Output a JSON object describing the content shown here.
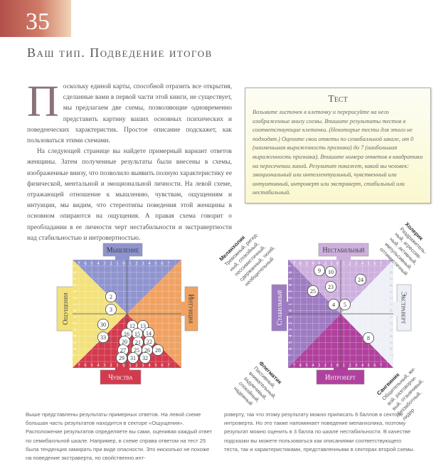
{
  "page_number": "35",
  "title": "Ваш тип. Подведение итогов",
  "intro": {
    "drop_cap": "П",
    "p1": "оскольку единой карты, способной отразить все открытия, сделанные вами в первой части этой книги, не существует, мы предлагаем две схемы, позволяющие одновременно представить картину ваших основных психических и поведенческих характеристик. Простое описание подскажет, как пользоваться этими схемами.",
    "p2": "На следующей странице вы найдете примерный вариант ответов женщины. Затем полученные результаты были внесены в схемы, изображенные внизу, что позволило выявить полную характеристику ее физической, ментальной и эмоциональной личности. На левой схеме, отражающей отношение к мышлению, чувствам, ощущениям и интуиции, мы видим, что стереотипы поведения этой женщины в основном опираются на ощущения. А правая схема говорит о преобладании в ее личности черт нестабильности и экстравертности над стабильностью и интровертностью."
  },
  "test": {
    "title": "Тест",
    "text": "Возьмите листочек в клеточку и перерисуйте на него изображенные внизу схемы. Впишите результаты тестов в соответствующие клеточки. (Некоторые тесты для этого не подходят.) Оцените свои ответы по семибалльной шкале, от 0 (наименьшая выраженность признака) до 7 (наибольшая выраженность признака). Впишите номера ответов в квадратики на пересечении линий. Результат покажет, какой вы человек: эмоциональный или интеллектуальный, чувственный или интуитивный, интроверт или экстраверт, стабильный или нестабильный."
  },
  "scale": [
    "7",
    "6",
    "5",
    "4",
    "3",
    "2",
    "1",
    "0",
    "1",
    "2",
    "3",
    "4",
    "5",
    "6",
    "7"
  ],
  "left_diagram": {
    "top": "Мышление",
    "left": "Ощущения",
    "right": "Интуиция",
    "bottom": "Чувства",
    "colors": {
      "top": "#8f94cf",
      "left": "#f3e27c",
      "right": "#f0a262",
      "bottom": "#d23a4e"
    },
    "markers": [
      "2",
      "3",
      "30",
      "33",
      "12",
      "13",
      "16",
      "15",
      "14",
      "20",
      "21",
      "22",
      "27",
      "25",
      "26",
      "28",
      "29",
      "31",
      "32"
    ]
  },
  "right_diagram": {
    "top": "Нестабильный",
    "left": "Стабильный",
    "right": "Экстраверт",
    "bottom": "Интроверт",
    "colors": {
      "top": "#cdb0de",
      "left": "#9e7bc2",
      "right": "#eef0f7",
      "bottom": "#b0409d"
    },
    "markers": [
      "9",
      "10",
      "24",
      "23",
      "25",
      "4",
      "5",
      "8"
    ]
  },
  "types": {
    "melancholic": {
      "name": "Меланхолик",
      "desc": [
        "Тревожный, ригид-",
        "ный, спокойный,",
        "пессимистичный,",
        "сдержанный, тихий,",
        "необщительный"
      ]
    },
    "choleric": {
      "name": "Холерик",
      "desc": [
        "Раздражитель-",
        "ный, агрессив-",
        "ный, активный,",
        "импульсивный,",
        "оптимистичный"
      ]
    },
    "phlegmatic": {
      "name": "Флегматик",
      "desc": [
        "Пассивный,",
        "внимательный,",
        "задумчивый,",
        "спокойный,",
        "надежный"
      ]
    },
    "sanguine": {
      "name": "Сангвиник",
      "desc": [
        "Общительный, жи-",
        "вой, разговорчи-",
        "вый, отзывчивый,",
        "беззаботный,",
        "лидер"
      ]
    }
  },
  "caption": {
    "col1": "Выше представлены результаты примерных ответов. На левой схеме большая часть результатов находится в секторе «Ощущения». Расположение результатов определяете вы сами, оценивая каждый ответ по семибалльной шкале. Например, в схеме справа ответом на тест 25 была тенденция замирать при виде опасности. Это нисколько не похоже на поведение экстраверта, но свойственно инт-",
    "col2": "роверту, так что этому результату можно приписать 6 баллов в секторе интроверта. Но это также напоминает поведение меланхолика, поэтому результат можно оценить в 3 балла по шкале нестабильности. В качестве подсказки вы можете пользоваться как описаниями соответствующего теста, так и характеристиками, представленными в секторах второй схемы."
  }
}
